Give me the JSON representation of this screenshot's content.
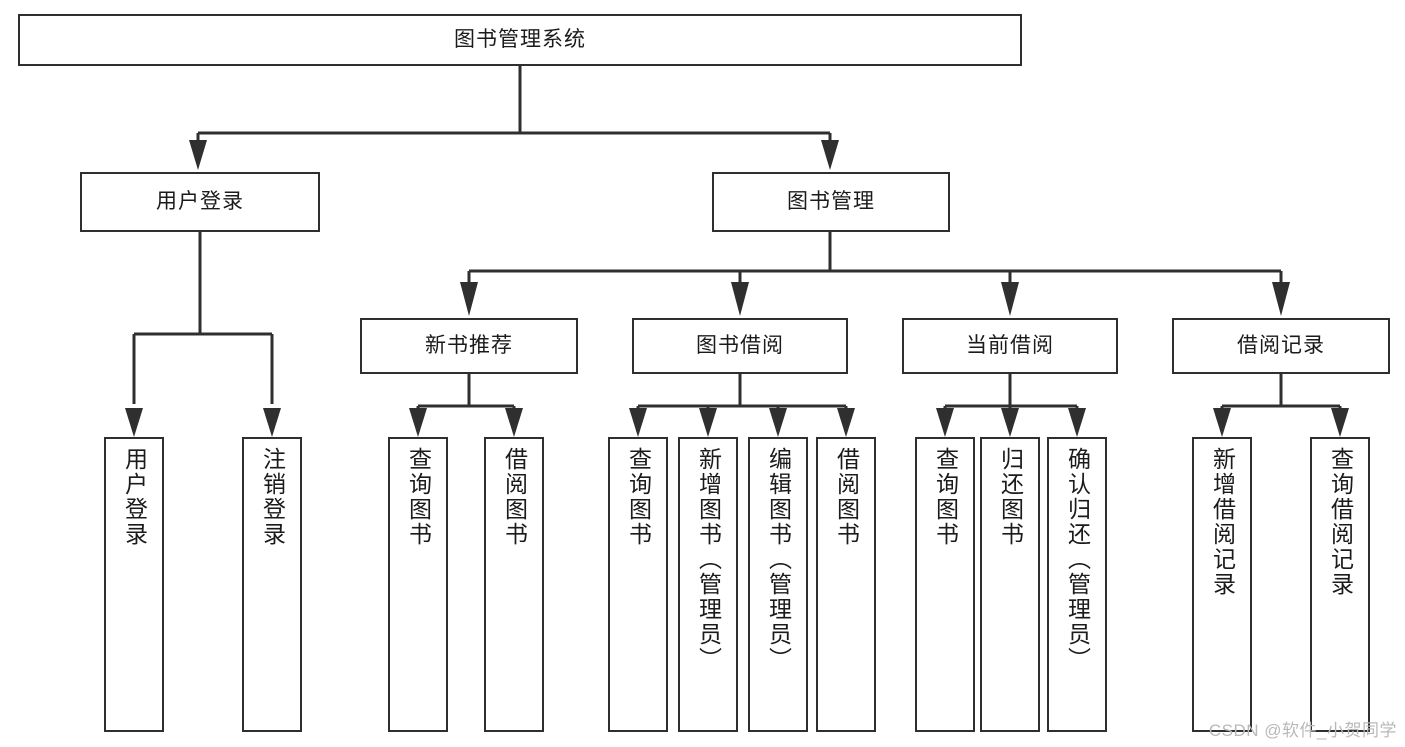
{
  "diagram": {
    "title": "图书管理系统",
    "watermark": "CSDN @软件_小贺同学",
    "accent_color": "#2f2f2f",
    "background_color": "#ffffff"
  },
  "nodes": {
    "root": {
      "label": "图书管理系统"
    },
    "level2": [
      {
        "label": "用户登录"
      },
      {
        "label": "图书管理"
      }
    ],
    "level3": [
      {
        "label": "新书推荐"
      },
      {
        "label": "图书借阅"
      },
      {
        "label": "当前借阅"
      },
      {
        "label": "借阅记录"
      }
    ],
    "leaves": {
      "user_login": [
        {
          "label": "用户登录"
        },
        {
          "label": "注销登录"
        }
      ],
      "new_book": [
        {
          "label": "查询图书"
        },
        {
          "label": "借阅图书"
        }
      ],
      "book_borrow": [
        {
          "label": "查询图书"
        },
        {
          "label": "新增图书（管理员）"
        },
        {
          "label": "编辑图书（管理员）"
        },
        {
          "label": "借阅图书"
        }
      ],
      "current_borrow": [
        {
          "label": "查询图书"
        },
        {
          "label": "归还图书"
        },
        {
          "label": "确认归还（管理员）"
        }
      ],
      "borrow_record": [
        {
          "label": "新增借阅记录"
        },
        {
          "label": "查询借阅记录"
        }
      ]
    }
  }
}
